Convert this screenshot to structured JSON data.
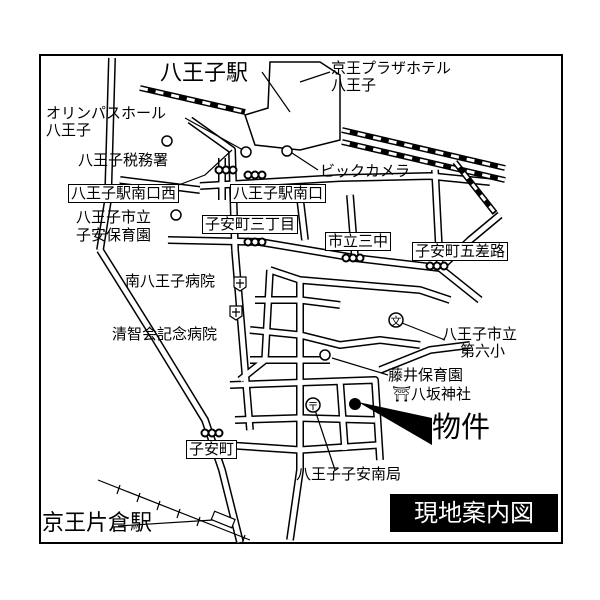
{
  "map": {
    "title": "現地案内図",
    "property_label": "物件",
    "labels": {
      "hachioji_station": "八王子駅",
      "keio_plaza_line1": "京王プラザホテル",
      "keio_plaza_line2": "八王子",
      "olympus_line1": "オリンパスホール",
      "olympus_line2": "八王子",
      "tax_office": "八王子税務署",
      "bic_camera": "ビックカメラ",
      "koyasu_nursery_line1": "八王子市立",
      "koyasu_nursery_line2": "子安保育園",
      "minami_hospital": "南八王子病院",
      "seichikai_hospital": "清智会記念病院",
      "school_line1": "八王子市立",
      "school_line2": "第六小",
      "fujii_nursery": "藤井保育園",
      "yasaka_shrine": "⛩八坂神社",
      "post_office": "八王子子安南局",
      "keio_katakura": "京王片倉駅"
    },
    "intersections": {
      "minamiguchi_nishi": "八王子駅南口西",
      "minamiguchi": "八王子駅南口",
      "koyasu_3chome": "子安町三丁目",
      "shiritsu_sanchu": "市立三中",
      "koyasu_gosaro": "子安町五差路",
      "koyasu": "子安町"
    },
    "icons": [
      "hospital-icon",
      "school-icon",
      "post-office-icon",
      "shrine-icon",
      "traffic-signal-icon",
      "landmark-circle-icon",
      "property-marker-icon"
    ]
  }
}
